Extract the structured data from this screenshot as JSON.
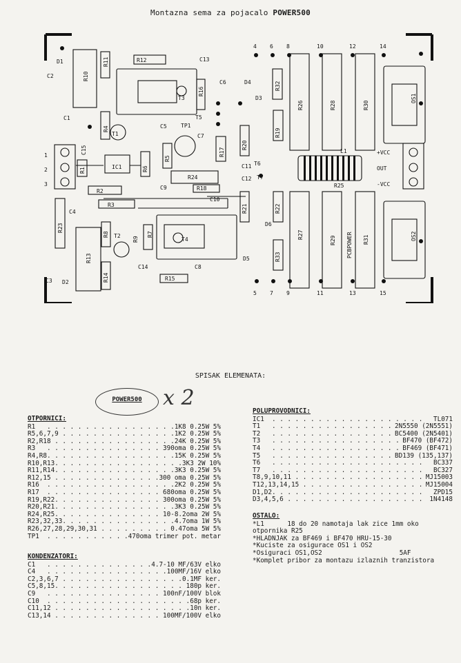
{
  "title": {
    "prefix": "Montazna sema za pojacalo",
    "name": "POWER500"
  },
  "pcb": {
    "labels": [
      "D1",
      "C2",
      "R10",
      "R11",
      "R12",
      "C13",
      "4",
      "6",
      "8",
      "10",
      "12",
      "14",
      "C6",
      "R16",
      "T3",
      "D4",
      "D3",
      "R32",
      "R26",
      "R28",
      "R30",
      "OS1",
      "T5",
      "C1",
      "R4",
      "T1",
      "C5",
      "TP1",
      "C7",
      "R19",
      "R20",
      "T6",
      "L1",
      "+VCC",
      "OUT",
      "-VCC",
      "1",
      "2",
      "3",
      "C15",
      "R1",
      "IC1",
      "R6",
      "R5",
      "C9",
      "R24",
      "C11",
      "C12",
      "T7",
      "R25",
      "R2",
      "R18",
      "C10",
      "R3",
      "C4",
      "R21",
      "R22",
      "R23",
      "R8",
      "R7",
      "T2",
      "R9",
      "T4",
      "D6",
      "R27",
      "R29",
      "PCBPOWER",
      "R31",
      "OS2",
      "R13",
      "C14",
      "C8",
      "D5",
      "R33",
      "C3",
      "D2",
      "R14",
      "R15",
      "R17",
      "5",
      "7",
      "9",
      "11",
      "13",
      "15"
    ]
  },
  "section_title": "SPISAK ELEMENATA:",
  "stamp": "POWER500",
  "handwritten": "x 2",
  "otpornici": {
    "heading": "OTPORNICI:",
    "rows": [
      {
        "name": "R1",
        "value": "1K8 0.25W 5%"
      },
      {
        "name": "R5,6,7,9",
        "value": "1K2 0.25W 5%"
      },
      {
        "name": "R2,R18",
        "value": "24K 0.25W 5%"
      },
      {
        "name": "R3",
        "value": "390oma 0.25W 5%"
      },
      {
        "name": "R4,R8",
        "value": "15K 0.25W 5%"
      },
      {
        "name": "R10,R13",
        "value": "3K3 2W 10%"
      },
      {
        "name": "R11,R14",
        "value": "3K3 0.25W 5%"
      },
      {
        "name": "R12,15",
        "value": "300 oma 0.25W 5%"
      },
      {
        "name": "R16",
        "value": "2K2 0.25W 5%"
      },
      {
        "name": "R17",
        "value": "680oma 0.25W 5%"
      },
      {
        "name": "R19,R22",
        "value": "300oma 0.25W 5%"
      },
      {
        "name": "R20,R21",
        "value": "3K3 0.25W 5%"
      },
      {
        "name": "R24,R25",
        "value": "10-8.2oma 2W 5%"
      },
      {
        "name": "R23,32,33",
        "value": "4.7oma 1W 5%"
      },
      {
        "name": "R26,27,28,29,30,31",
        "value": "0.47oma 5W 5%"
      },
      {
        "name": "TP1",
        "value": "470oma trimer pot. metar"
      }
    ]
  },
  "kondenzatori": {
    "heading": "KONDENZATORI:",
    "rows": [
      {
        "name": "C1",
        "value": "4.7-10 MF/63V elko"
      },
      {
        "name": "C4",
        "value": "100MF/16V elko"
      },
      {
        "name": "C2,3,6,7",
        "value": "0.1MF ker."
      },
      {
        "name": "C5,8,15",
        "value": "180p ker."
      },
      {
        "name": "C9",
        "value": "100nF/100V blok"
      },
      {
        "name": "C10",
        "value": "68p ker."
      },
      {
        "name": "C11,12",
        "value": "10n ker."
      },
      {
        "name": "C13,14",
        "value": "100MF/100V elko"
      }
    ]
  },
  "poluprovodnici": {
    "heading": "POLUPROVODNICI:",
    "rows": [
      {
        "name": "IC1",
        "value": "TL071"
      },
      {
        "name": "T1",
        "value": "2N5550 (2N5551)"
      },
      {
        "name": "T2",
        "value": "BC5400 (2N5401)"
      },
      {
        "name": "T3",
        "value": "BF470 (BF472)"
      },
      {
        "name": "T4",
        "value": "BF469 (BF471)"
      },
      {
        "name": "T5",
        "value": "BD139 (135,137)"
      },
      {
        "name": "T6",
        "value": "BC337"
      },
      {
        "name": "T7",
        "value": "BC327"
      },
      {
        "name": "T8,9,10,11",
        "value": "MJ15003"
      },
      {
        "name": "T12,13,14,15",
        "value": "MJ15004"
      },
      {
        "name": "D1,D2",
        "value": "ZPD15"
      },
      {
        "name": "D3,4,5,6",
        "value": "1N4148"
      }
    ]
  },
  "ostalo": {
    "heading": "OSTALO:",
    "lines": [
      "*L1      18 do 20 namotaja lak zice 1mm oko",
      "otpornika R25",
      "*HLADNJAK za BF469 i BF470 HRU-15-30",
      "*Kuciste za osigurace OS1 i OS2",
      "*Osiguraci OS1,OS2                    5AF",
      "*Komplet pribor za montazu izlaznih tranzistora"
    ]
  }
}
